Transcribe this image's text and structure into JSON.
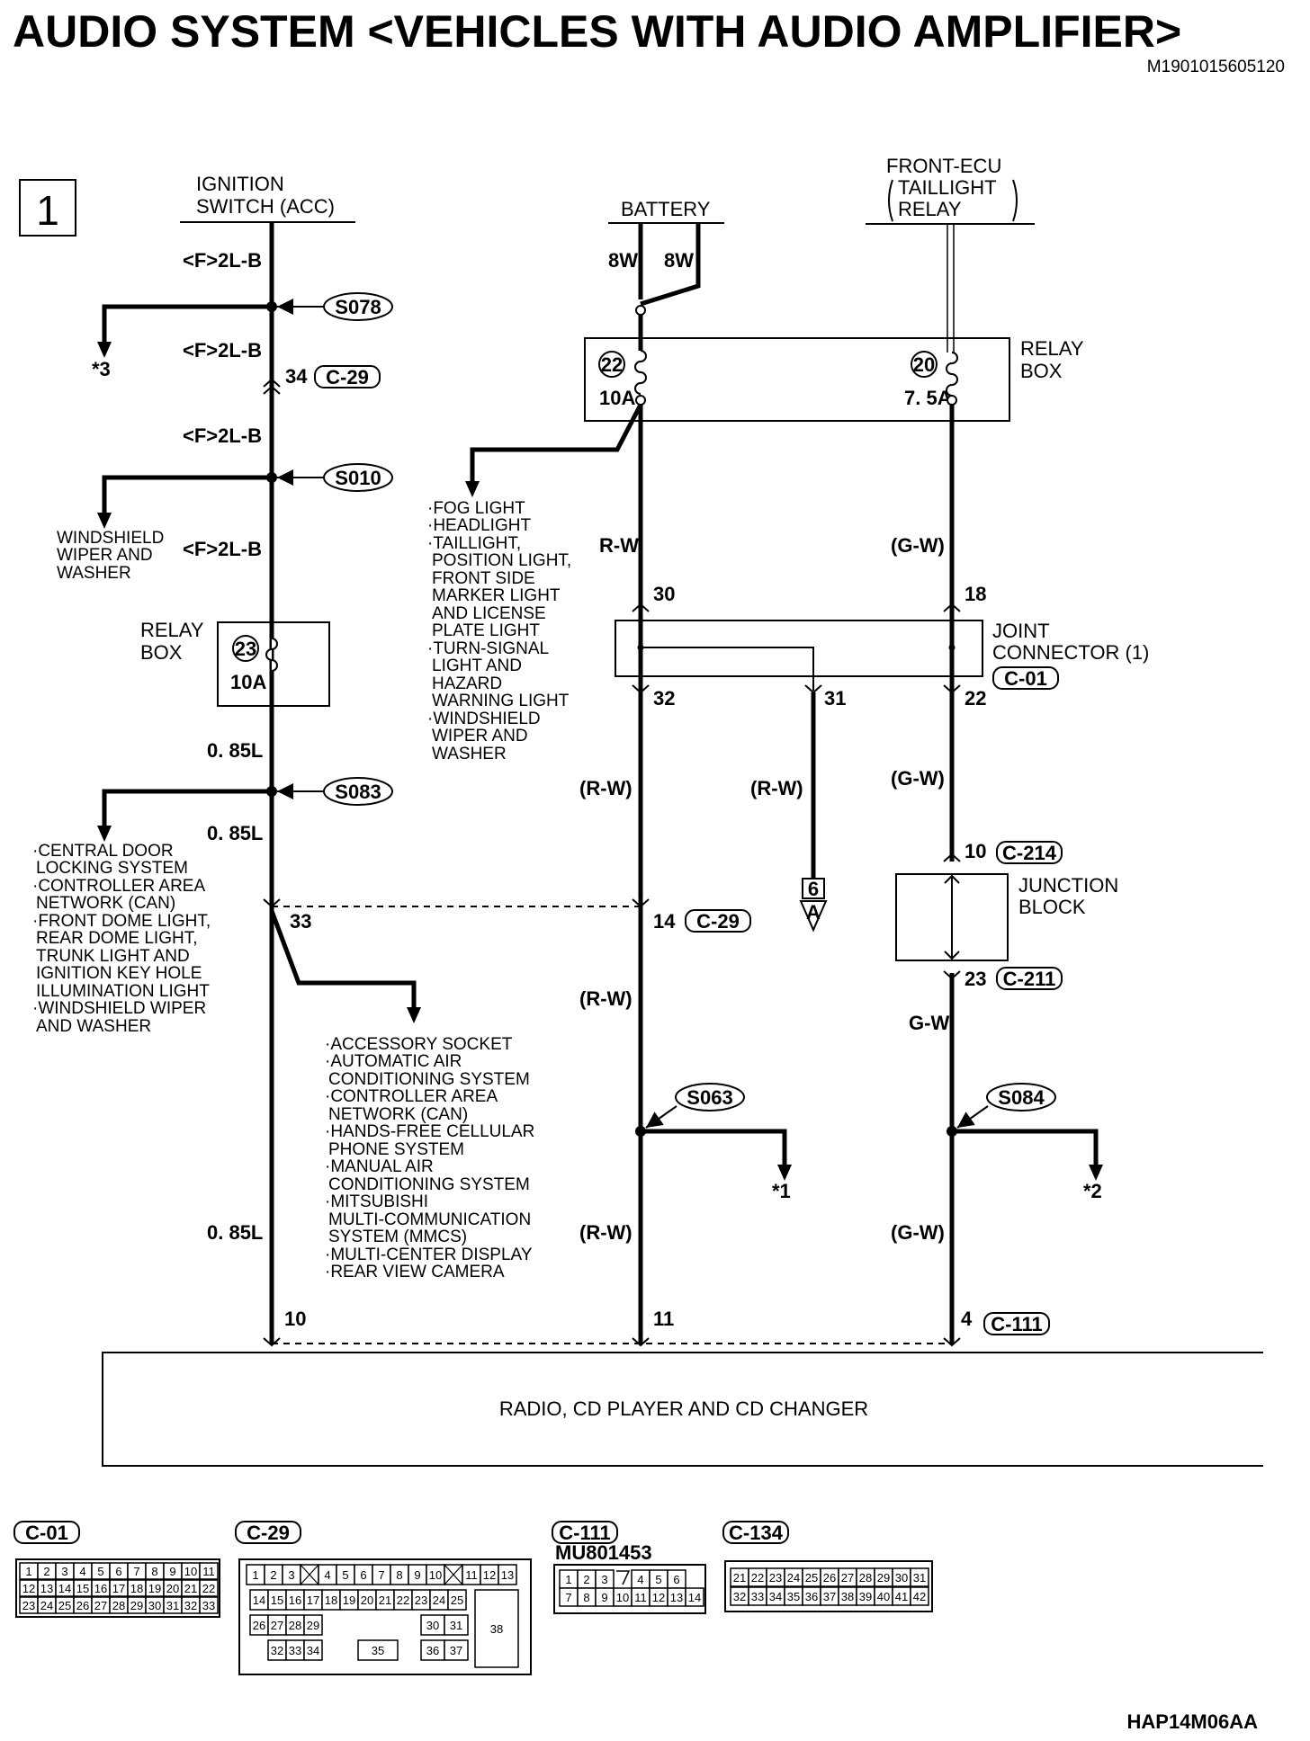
{
  "title": "AUDIO SYSTEM <VEHICLES WITH AUDIO AMPLIFIER>",
  "doc_code": "M1901015605120",
  "page_number": "1",
  "footer_code": "HAP14M06AA",
  "sources": {
    "ignition_line1": "IGNITION",
    "ignition_line2": "SWITCH (ACC)",
    "battery": "BATTERY",
    "front_ecu_line1": "FRONT-ECU",
    "front_ecu_line2": "TAILLIGHT",
    "front_ecu_line3": "RELAY"
  },
  "wires": {
    "f2lb_1": "<F>2L-B",
    "f2lb_2": "<F>2L-B",
    "f2lb_3": "<F>2L-B",
    "f2lb_4": "<F>2L-B",
    "l085_1": "0. 85L",
    "l085_2": "0. 85L",
    "l085_3": "0. 85L",
    "w8_1": "8W",
    "w8_2": "8W",
    "rw_1": "R-W",
    "rw_2": "(R-W)",
    "rw_3": "(R-W)",
    "rw_4": "(R-W)",
    "rw_5": "(R-W)",
    "gw_1": "(G-W)",
    "gw_2": "(G-W)",
    "gw_3": "G-W",
    "gw_4": "(G-W)"
  },
  "splices": {
    "s078": "S078",
    "s010": "S010",
    "s083": "S083",
    "s063": "S063",
    "s084": "S084"
  },
  "connectors": {
    "c29_a": "C-29",
    "c29_b": "C-29",
    "c01": "C-01",
    "c214": "C-214",
    "c211": "C-211",
    "c111": "C-111"
  },
  "pins": {
    "p34": "34",
    "p30": "30",
    "p18": "18",
    "p32": "32",
    "p31": "31",
    "p22": "22",
    "p33": "33",
    "p14": "14",
    "p10a": "10",
    "p23": "23",
    "p10b": "10",
    "p11": "11",
    "p4": "4"
  },
  "relay_box_top": {
    "label_line1": "RELAY",
    "label_line2": "BOX",
    "fuse1_no": "22",
    "fuse1_amp": "10A",
    "fuse2_no": "20",
    "fuse2_amp": "7. 5A"
  },
  "relay_box_left": {
    "label_line1": "RELAY",
    "label_line2": "BOX",
    "fuse_no": "23",
    "fuse_amp": "10A"
  },
  "joint_connector": {
    "line1": "JOINT",
    "line2": "CONNECTOR (1)"
  },
  "junction_block": {
    "line1": "JUNCTION",
    "line2": "BLOCK"
  },
  "refs": {
    "r3": "*3",
    "r1": "*1",
    "r2": "*2",
    "off_page_num": "6",
    "off_page_letter": "A"
  },
  "branch_lists": {
    "windshield": [
      "WINDSHIELD",
      "WIPER AND",
      "WASHER"
    ],
    "fog": [
      "·FOG LIGHT",
      "·HEADLIGHT",
      "·TAILLIGHT,",
      "POSITION LIGHT,",
      "FRONT SIDE",
      "MARKER LIGHT",
      "AND LICENSE",
      "PLATE LIGHT",
      "·TURN-SIGNAL",
      "LIGHT AND",
      "HAZARD",
      "WARNING LIGHT",
      "·WINDSHIELD",
      "WIPER AND",
      "WASHER"
    ],
    "central": [
      "·CENTRAL DOOR",
      "LOCKING SYSTEM",
      "·CONTROLLER AREA",
      "NETWORK (CAN)",
      "·FRONT DOME LIGHT,",
      "REAR DOME LIGHT,",
      "TRUNK LIGHT AND",
      "IGNITION KEY HOLE",
      "ILLUMINATION LIGHT",
      "·WINDSHIELD WIPER",
      "AND WASHER"
    ],
    "accessory": [
      "·ACCESSORY SOCKET",
      "·AUTOMATIC AIR",
      "CONDITIONING SYSTEM",
      "·CONTROLLER AREA",
      "NETWORK (CAN)",
      "·HANDS-FREE CELLULAR",
      "PHONE SYSTEM",
      "·MANUAL AIR",
      "CONDITIONING SYSTEM",
      "·MITSUBISHI",
      "MULTI-COMMUNICATION",
      "SYSTEM (MMCS)",
      "·MULTI-CENTER DISPLAY",
      "·REAR VIEW CAMERA"
    ]
  },
  "radio_label": "RADIO, CD PLAYER AND CD CHANGER",
  "connector_views": {
    "c01": {
      "name": "C-01",
      "row1": [
        "1",
        "2",
        "3",
        "4",
        "5",
        "6",
        "7",
        "8",
        "9",
        "10",
        "11"
      ],
      "row2": [
        "12",
        "13",
        "14",
        "15",
        "16",
        "17",
        "18",
        "19",
        "20",
        "21",
        "22"
      ],
      "row3": [
        "23",
        "24",
        "25",
        "26",
        "27",
        "28",
        "29",
        "30",
        "31",
        "32",
        "33"
      ]
    },
    "c29": {
      "name": "C-29",
      "row1": [
        "1",
        "2",
        "3",
        "",
        "4",
        "5",
        "6",
        "7",
        "8",
        "9",
        "10",
        "",
        "11",
        "12",
        "13"
      ],
      "row2": [
        "14",
        "15",
        "16",
        "17",
        "18",
        "19",
        "20",
        "21",
        "22",
        "23",
        "24",
        "25"
      ],
      "row3a": [
        "26",
        "27",
        "28",
        "29"
      ],
      "row3b": [
        "30",
        "31"
      ],
      "row4a": [
        "32",
        "33",
        "34"
      ],
      "row4mid": "35",
      "row4b": [
        "36",
        "37"
      ],
      "big": "38"
    },
    "c111": {
      "name": "C-111",
      "part": "MU801453",
      "row1": [
        "1",
        "2",
        "3",
        "",
        "4",
        "5",
        "6"
      ],
      "row2": [
        "7",
        "8",
        "9",
        "10",
        "11",
        "12",
        "13",
        "14"
      ]
    },
    "c134": {
      "name": "C-134",
      "row1": [
        "21",
        "22",
        "23",
        "24",
        "25",
        "26",
        "27",
        "28",
        "29",
        "30",
        "31"
      ],
      "row2": [
        "32",
        "33",
        "34",
        "35",
        "36",
        "37",
        "38",
        "39",
        "40",
        "41",
        "42"
      ]
    }
  }
}
